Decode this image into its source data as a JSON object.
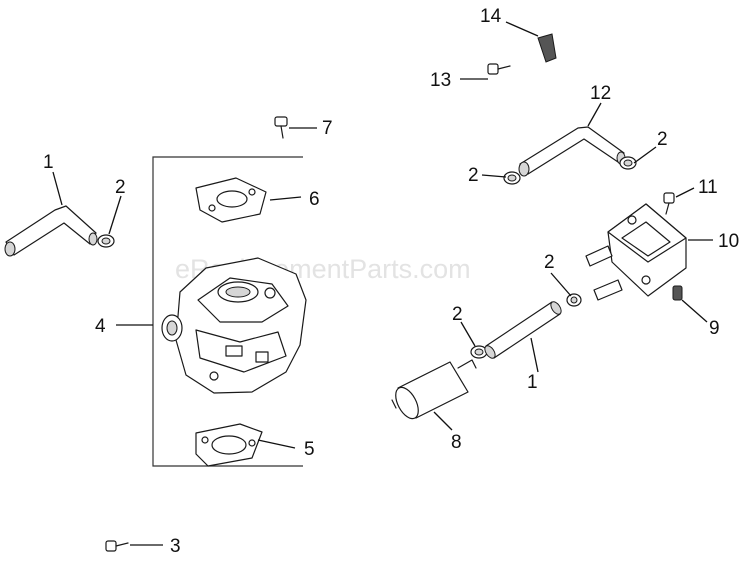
{
  "watermark": "eReplacementParts.com",
  "callouts": [
    {
      "id": "c1a",
      "label": "1"
    },
    {
      "id": "c2a",
      "label": "2"
    },
    {
      "id": "c3",
      "label": "3"
    },
    {
      "id": "c4",
      "label": "4"
    },
    {
      "id": "c5",
      "label": "5"
    },
    {
      "id": "c6",
      "label": "6"
    },
    {
      "id": "c7",
      "label": "7"
    },
    {
      "id": "c8",
      "label": "8"
    },
    {
      "id": "c9",
      "label": "9"
    },
    {
      "id": "c10",
      "label": "10"
    },
    {
      "id": "c11",
      "label": "11"
    },
    {
      "id": "c12",
      "label": "12"
    },
    {
      "id": "c13",
      "label": "13"
    },
    {
      "id": "c14",
      "label": "14"
    },
    {
      "id": "c2b",
      "label": "2"
    },
    {
      "id": "c2c",
      "label": "2"
    },
    {
      "id": "c2d",
      "label": "2"
    },
    {
      "id": "c2e",
      "label": "2"
    },
    {
      "id": "c1b",
      "label": "1"
    }
  ]
}
